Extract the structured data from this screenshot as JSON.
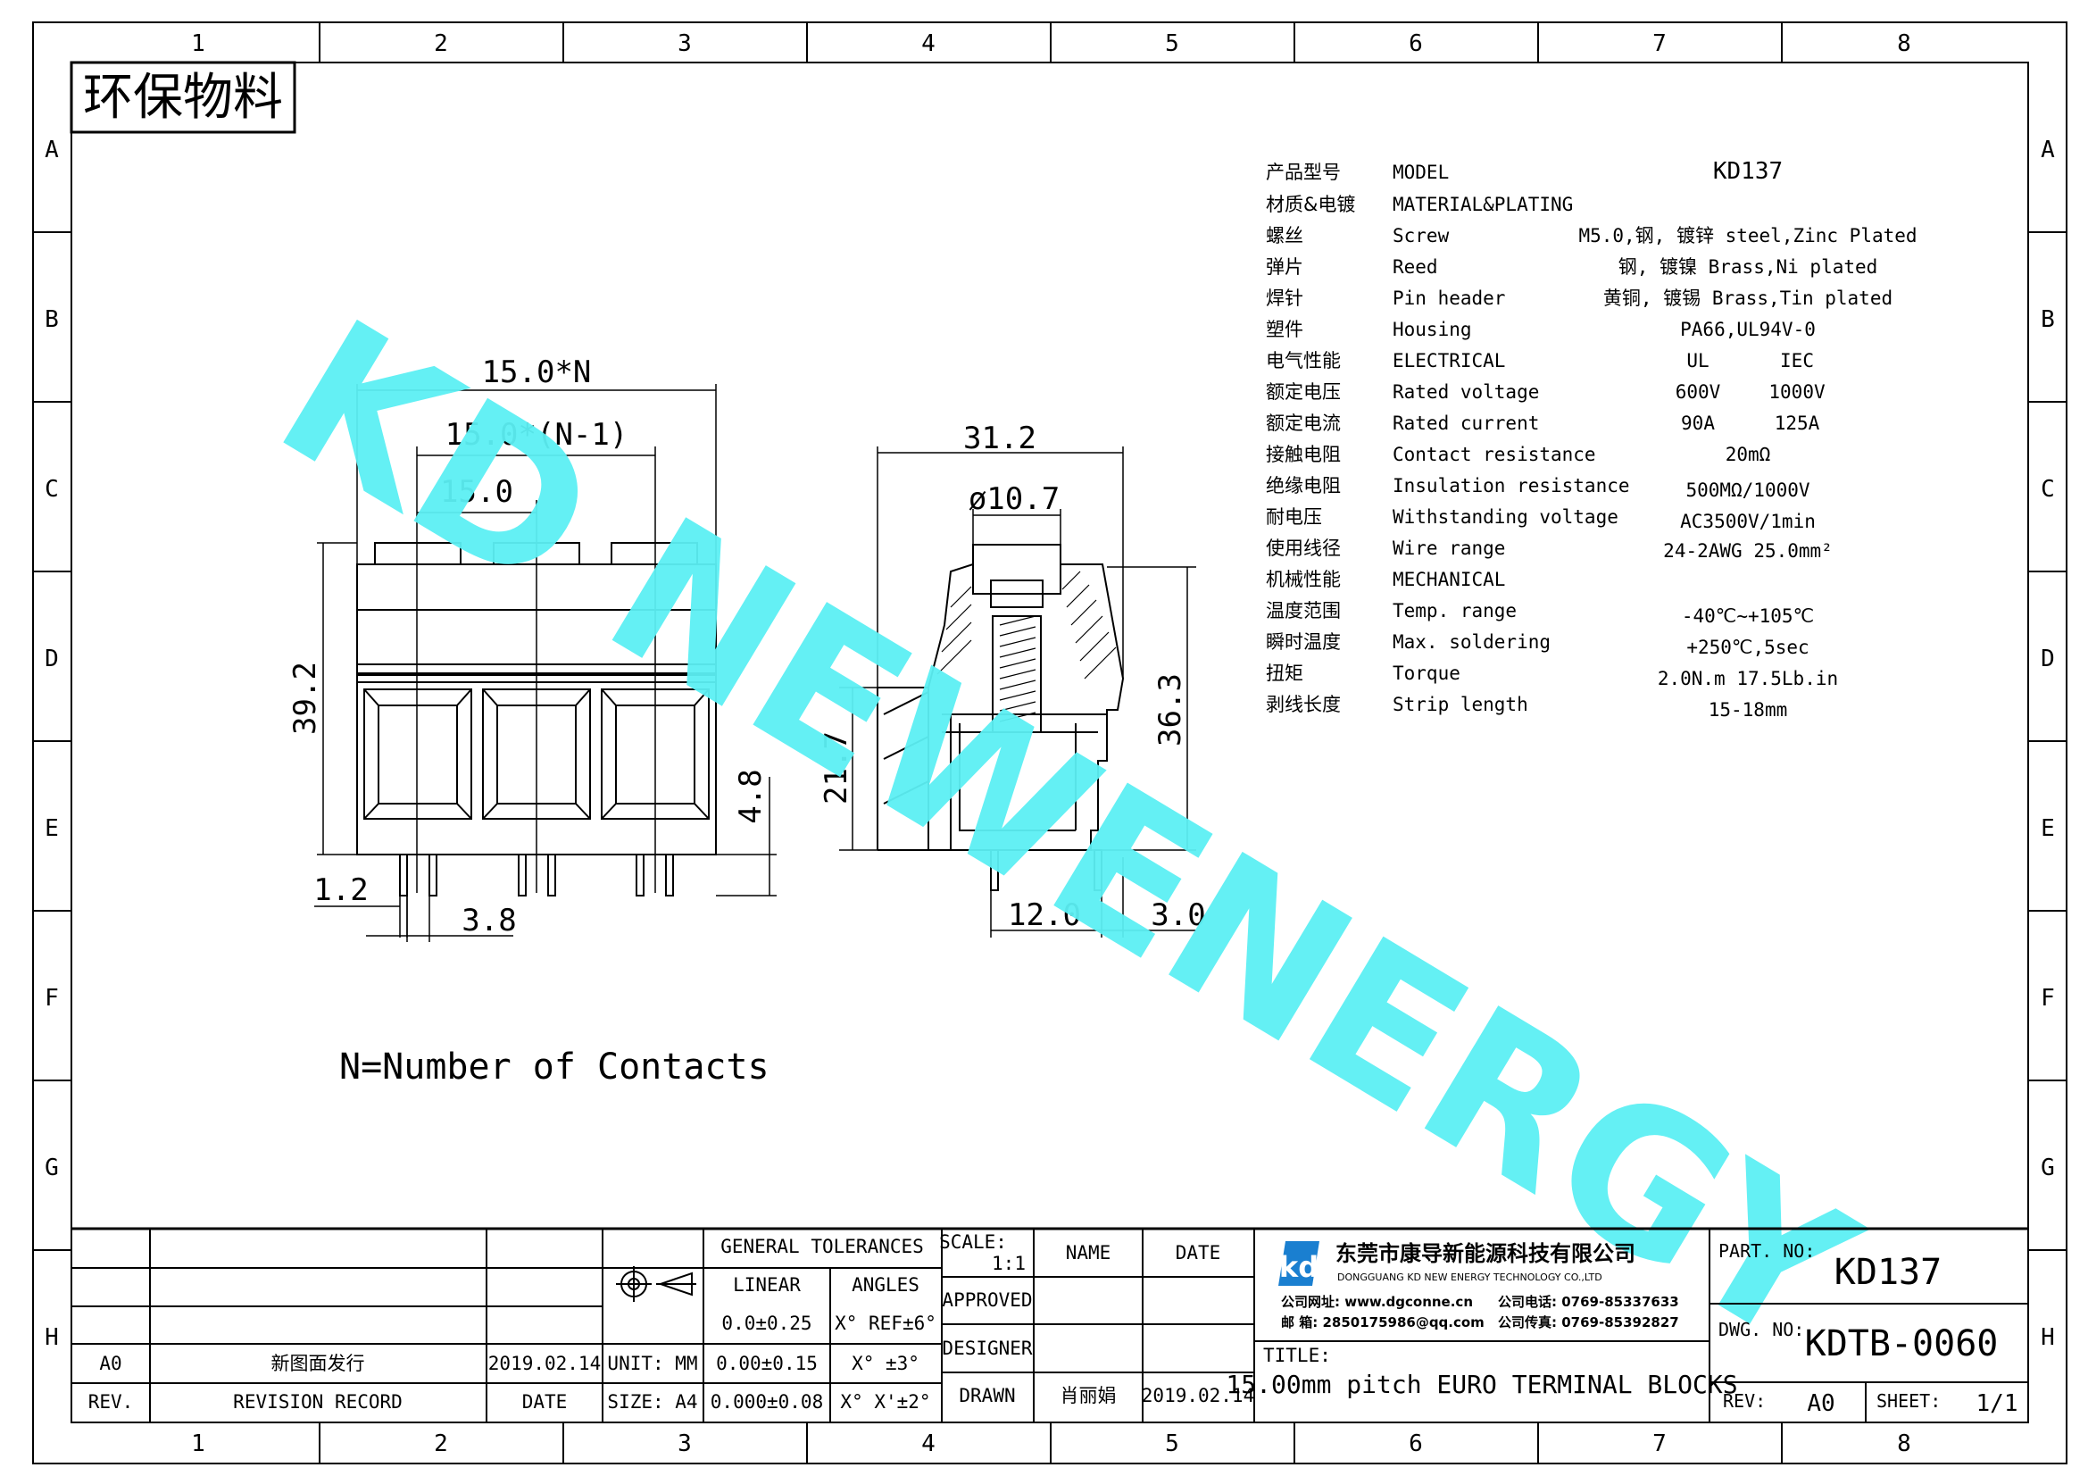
{
  "frame": {
    "col_labels": [
      "1",
      "2",
      "3",
      "4",
      "5",
      "6",
      "7",
      "8"
    ],
    "row_labels": [
      "A",
      "B",
      "C",
      "D",
      "E",
      "F",
      "G",
      "H"
    ]
  },
  "eco_label": "环保物料",
  "watermark": "KD NEWENERGY",
  "front_view": {
    "dim_total": "15.0*N",
    "dim_n1": "15.0*(N-1)",
    "dim_pitch": "15.0",
    "dim_height": "39.2",
    "dim_pin_len": "4.8",
    "dim_pin_w": "1.2",
    "dim_pin_gap": "3.8"
  },
  "side_view": {
    "dim_width": "31.2",
    "dim_dia": "ø10.7",
    "dim_h1": "21.7",
    "dim_h2": "36.3",
    "dim_pin_span": "12.0",
    "dim_offset": "3.0"
  },
  "note": "N=Number of Contacts",
  "specs": [
    {
      "cn": "产品型号",
      "en": "MODEL",
      "val": "KD137",
      "val2": ""
    },
    {
      "cn": "材质&电镀",
      "en": "MATERIAL&PLATING",
      "val": "",
      "val2": ""
    },
    {
      "cn": "螺丝",
      "en": "Screw",
      "val": "M5.0,钢, 镀锌 steel,Zinc Plated",
      "val2": ""
    },
    {
      "cn": "弹片",
      "en": "Reed",
      "val": "钢, 镀镍 Brass,Ni plated",
      "val2": ""
    },
    {
      "cn": "焊针",
      "en": "Pin header",
      "val": "黄铜, 镀锡 Brass,Tin plated",
      "val2": ""
    },
    {
      "cn": "塑件",
      "en": "Housing",
      "val": "PA66,UL94V-0",
      "val2": ""
    },
    {
      "cn": "电气性能",
      "en": "ELECTRICAL",
      "val": "UL",
      "val2": "IEC"
    },
    {
      "cn": "额定电压",
      "en": "Rated voltage",
      "val": "600V",
      "val2": "1000V"
    },
    {
      "cn": "额定电流",
      "en": "Rated current",
      "val": "90A",
      "val2": "125A"
    },
    {
      "cn": "接触电阻",
      "en": "Contact resistance",
      "val": "20mΩ",
      "val2": ""
    },
    {
      "cn": "绝缘电阻",
      "en": "Insulation resistance",
      "val": "500MΩ/1000V",
      "val2": ""
    },
    {
      "cn": "耐电压",
      "en": "Withstanding voltage",
      "val": "AC3500V/1min",
      "val2": ""
    },
    {
      "cn": "使用线径",
      "en": "Wire range",
      "val": "24-2AWG 25.0mm²",
      "val2": ""
    },
    {
      "cn": "机械性能",
      "en": "MECHANICAL",
      "val": "",
      "val2": ""
    },
    {
      "cn": "温度范围",
      "en": "Temp. range",
      "val": "-40℃~+105℃",
      "val2": ""
    },
    {
      "cn": "瞬时温度",
      "en": "Max. soldering",
      "val": "+250℃,5sec",
      "val2": ""
    },
    {
      "cn": "扭矩",
      "en": "Torque",
      "val": "2.0N.m  17.5Lb.in",
      "val2": ""
    },
    {
      "cn": "剥线长度",
      "en": "Strip length",
      "val": "15-18mm",
      "val2": ""
    }
  ],
  "title_block": {
    "rev_code": "A0",
    "rev_record": "新图面发行",
    "rev_date": "2019.02.14",
    "hdr_rev": "REV.",
    "hdr_record": "REVISION RECORD",
    "hdr_date": "DATE",
    "unit": "UNIT: MM",
    "size": "SIZE: A4",
    "tol_title": "GENERAL TOLERANCES",
    "linear": "LINEAR",
    "angles": "ANGLES",
    "tol_l1": "0.0±0.25",
    "tol_l2": "0.00±0.15",
    "tol_l3": "0.000±0.08",
    "tol_a1": "X° REF±6°",
    "tol_a2": "X° ±3°",
    "tol_a3": "X° X'±2°",
    "scale_label": "SCALE:",
    "scale_val": "1:1",
    "approved": "APPROVED",
    "designer": "DESIGNER",
    "drawn": "DRAWN",
    "name_hdr": "NAME",
    "date_hdr": "DATE",
    "drawn_name": "肖丽娟",
    "drawn_date": "2019.02.14",
    "company_cn": "东莞市康导新能源科技有限公司",
    "company_en": "DONGGUANG KD NEW ENERGY TECHNOLOGY CO.,LTD",
    "website": "公司网址: www.dgconne.cn",
    "phone": "公司电话: 0769-85337633",
    "email": "邮    箱: 2850175986@qq.com",
    "fax": "公司传真: 0769-85392827",
    "title_label": "TITLE:",
    "title": "15.00mm pitch EURO TERMINAL BLOCKS",
    "part_label": "PART. NO:",
    "part_no": "KD137",
    "dwg_label": "DWG. NO:",
    "dwg_no": "KDTB-0060",
    "rev_label": "REV:",
    "rev_val": "A0",
    "sheet_label": "SHEET:",
    "sheet_val": "1/1",
    "logo_text": "kd"
  },
  "colors": {
    "watermark": "#5cf0f4",
    "logo_blue": "#1a7fd0"
  }
}
